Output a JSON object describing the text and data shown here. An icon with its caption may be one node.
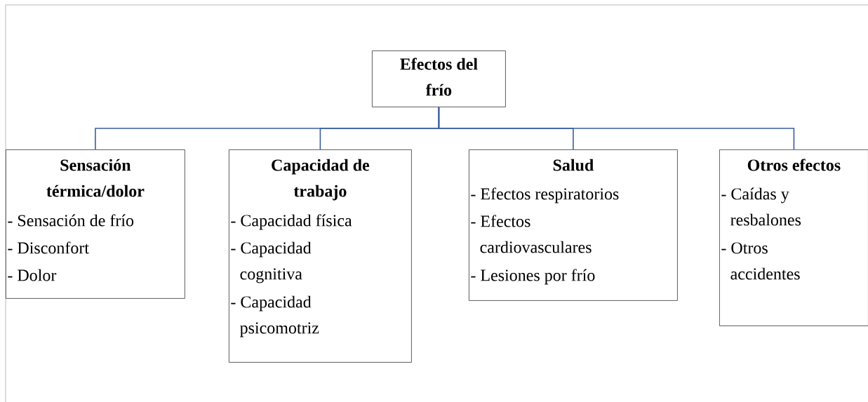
{
  "diagram": {
    "nodes": [
      {
        "text": [
          "Efectos del frío"
        ]
      },
      {
        "text": [
          "Sensación térmica/dolor",
          "- Sensación de frío",
          "- Disconfort",
          "- Dolor"
        ]
      },
      {
        "text": [
          "Capacidad de trabajo",
          "- Capacidad física",
          "- Capacidad cognitiva",
          "- Capacidad psicomotriz"
        ]
      },
      {
        "text": [
          "Salud",
          "- Efectos respiratorios",
          "- Efectos cardiovasculares",
          "- Lesiones por frío"
        ]
      },
      {
        "text": [
          "Otros efectos",
          "- Caídas y resbalones",
          "- Otros accidentes"
        ]
      }
    ],
    "edges": [
      {
        "from": 0,
        "to": 1,
        "arrow": "none"
      },
      {
        "from": 0,
        "to": 2,
        "arrow": "none"
      },
      {
        "from": 0,
        "to": 3,
        "arrow": "none"
      },
      {
        "from": 0,
        "to": 4,
        "arrow": "none"
      }
    ]
  }
}
